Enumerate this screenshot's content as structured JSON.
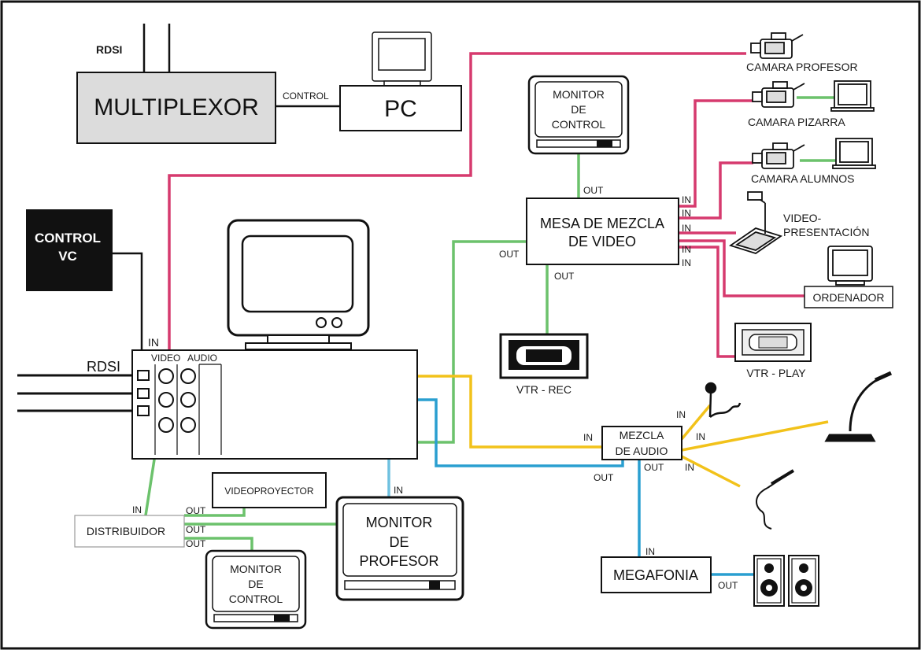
{
  "colors": {
    "video": "#d63a6e",
    "video_out": "#6cc26c",
    "audio": "#f2c21a",
    "audio_link": "#2a9fd0",
    "audio_link_light": "#6fc1e0",
    "control": "#111111",
    "codec_fill": "#dcdcdc",
    "control_vc_fill": "#111111"
  },
  "devices": {
    "rdsi_top": "RDSI",
    "multiplexor": "MULTIPLEXOR",
    "control_link": "CONTROL",
    "pc": "PC",
    "control_vc_line1": "CONTROL",
    "control_vc_line2": "VC",
    "monitor_control_top": [
      "MONITOR",
      "DE",
      "CONTROL"
    ],
    "mesa_mezcla": [
      "MESA DE MEZCLA",
      "DE VIDEO"
    ],
    "vtr_rec": "VTR - REC",
    "vtr_play": "VTR - PLAY",
    "camara_profesor": "CAMARA PROFESOR",
    "camara_pizarra": "CAMARA PIZARRA",
    "camara_alumnos": "CAMARA ALUMNOS",
    "videopresentacion": [
      "VIDEO-",
      "PRESENTACIÓN"
    ],
    "ordenador": "ORDENADOR",
    "mezcla_audio": [
      "MEZCLA",
      "DE AUDIO"
    ],
    "megafonia": "MEGAFONIA",
    "videoproyector": "VIDEOPROYECTOR",
    "distribuidor": "DISTRIBUIDOR",
    "monitor_profesor": [
      "MONITOR",
      "DE",
      "PROFESOR"
    ],
    "monitor_control_bottom": [
      "MONITOR",
      "DE",
      "CONTROL"
    ],
    "rdsi_left": "RDSI",
    "codec_video": "VIDEO",
    "codec_audio": "AUDIO"
  },
  "ports": {
    "in": "IN",
    "out": "OUT"
  }
}
